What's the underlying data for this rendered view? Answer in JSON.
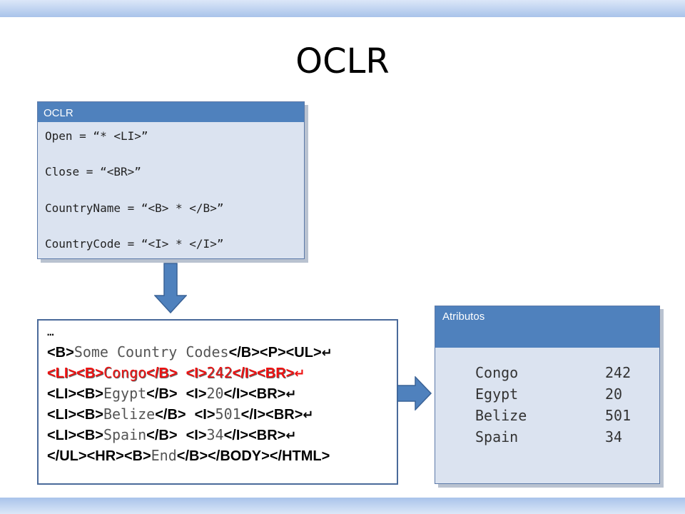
{
  "title": "OCLR",
  "oclr_box": {
    "header": "OCLR",
    "lines": [
      "Open = “* <LI>”",
      "Close = “<BR>”",
      "CountryName = “<B> * </B>”",
      "CountryCode = “<I> * </I>”"
    ]
  },
  "html_box": {
    "ellipsis": "…",
    "line1": {
      "b_open": "<B>",
      "text": "Some Country Codes",
      "b_close": "</B>",
      "p": "<P>",
      "ul": "<UL>",
      "ret": "↵"
    },
    "rows": [
      {
        "li": "<LI>",
        "b_open": "<B>",
        "name": "Congo",
        "b_close": "</B>",
        "i_open": "<I>",
        "code": "242",
        "i_close": "</I>",
        "br": "<BR>",
        "ret": "↵"
      },
      {
        "li": "<LI>",
        "b_open": "<B>",
        "name": "Egypt",
        "b_close": "</B>",
        "i_open": "<I>",
        "code": "20",
        "i_close": "</I>",
        "br": "<BR>",
        "ret": "↵"
      },
      {
        "li": "<LI>",
        "b_open": "<B>",
        "name": "Belize",
        "b_close": "</B>",
        "i_open": "<I>",
        "code": "501",
        "i_close": "</I>",
        "br": "<BR>",
        "ret": "↵"
      },
      {
        "li": "<LI>",
        "b_open": "<B>",
        "name": "Spain",
        "b_close": "</B>",
        "i_open": "<I>",
        "code": "34",
        "i_close": "</I>",
        "br": "<BR>",
        "ret": "↵"
      }
    ],
    "last": {
      "ul_close": "</UL>",
      "hr": "<HR>",
      "b_open": "<B>",
      "text": "End",
      "b_close": "</B>",
      "body_close": "</BODY>",
      "html_close": "</HTML>"
    }
  },
  "attr_box": {
    "header": "Atributos",
    "rows": [
      {
        "name": "Congo",
        "code": "242"
      },
      {
        "name": "Egypt",
        "code": "20"
      },
      {
        "name": "Belize",
        "code": "501"
      },
      {
        "name": "Spain",
        "code": "34"
      }
    ]
  },
  "colors": {
    "header_blue": "#4f81bd",
    "box_fill": "#dbe3f0",
    "highlight_red": "#ee1111"
  }
}
